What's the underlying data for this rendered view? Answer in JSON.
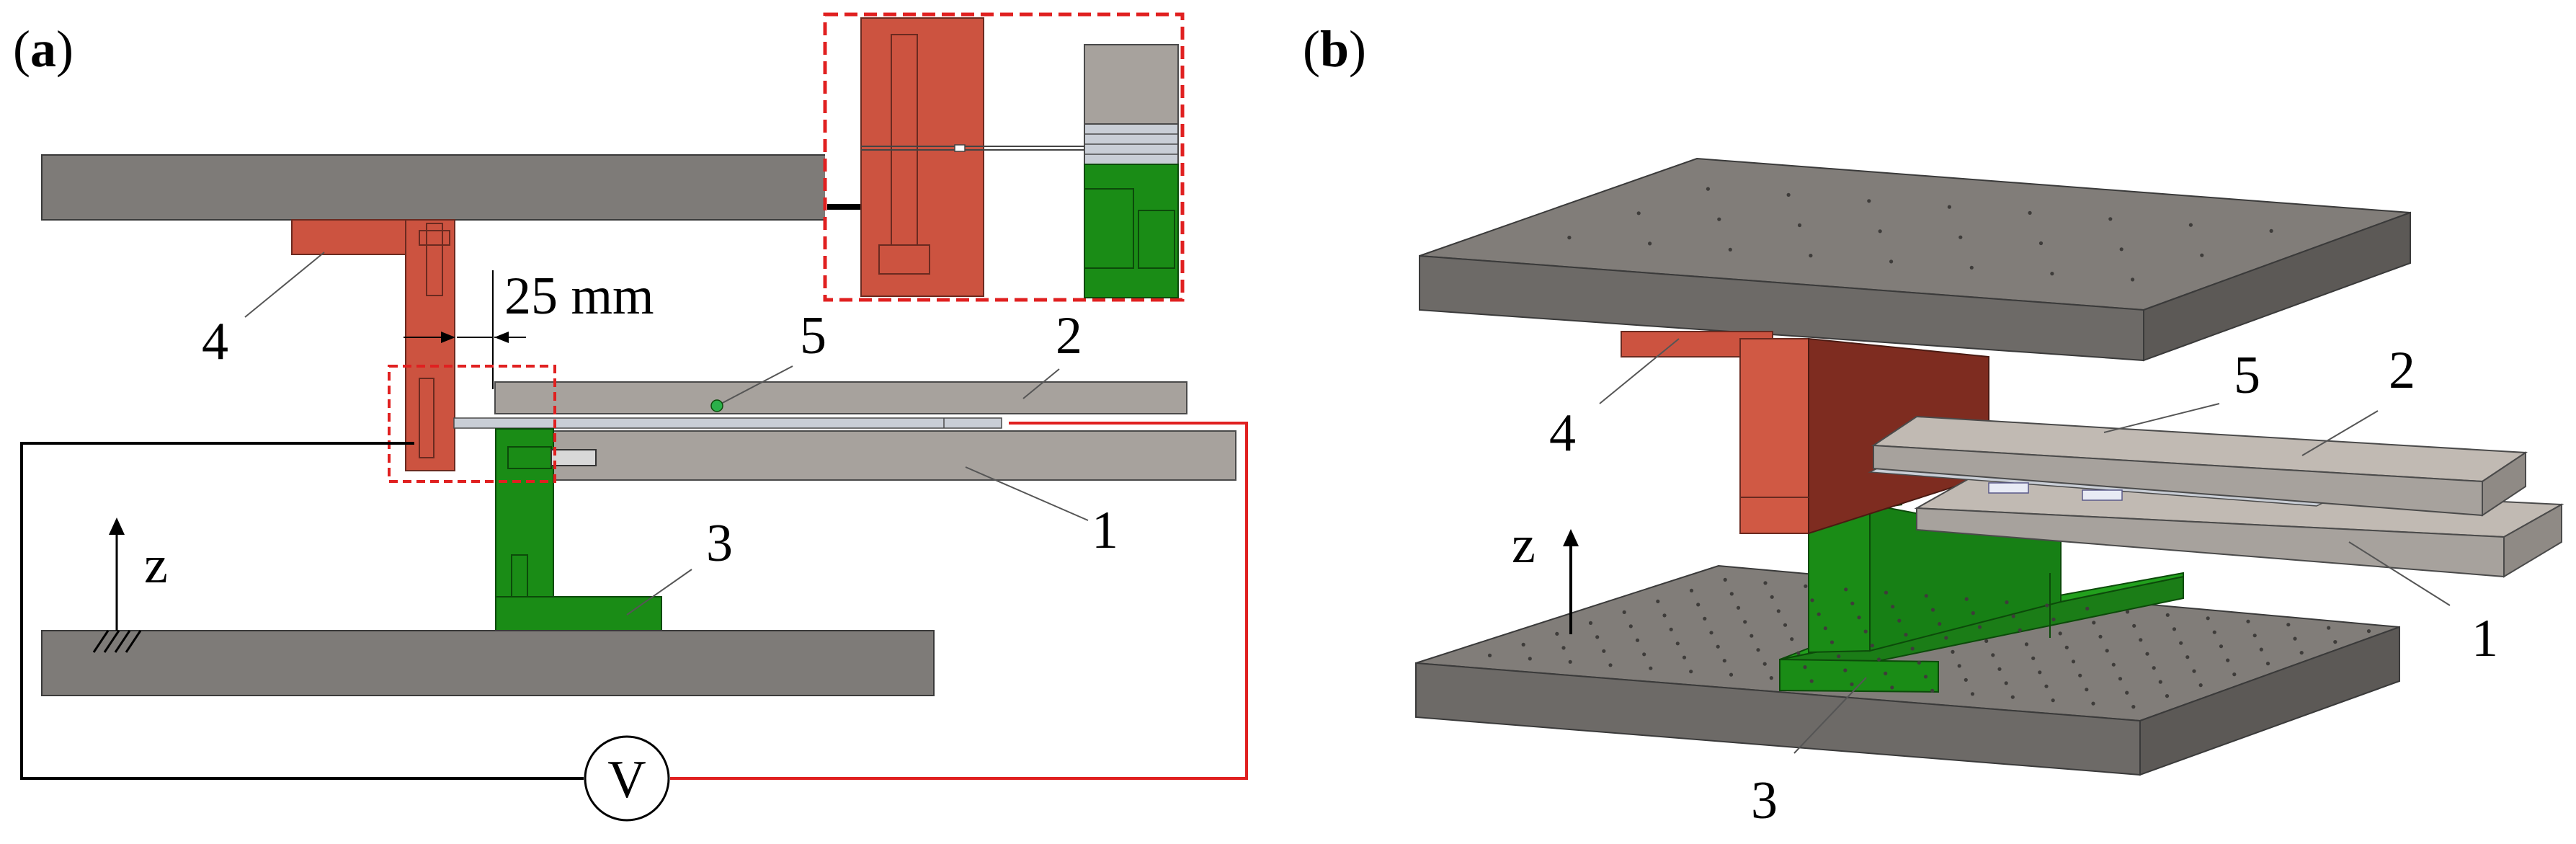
{
  "panels": {
    "a": {
      "label_open": "(",
      "label_letter": "a",
      "label_close": ")"
    },
    "b": {
      "label_open": "(",
      "label_letter": "b",
      "label_close": ")"
    }
  },
  "dimension": {
    "text": "25 mm"
  },
  "axis": {
    "label": "z"
  },
  "voltmeter": {
    "label": "V"
  },
  "parts": {
    "p1": "1",
    "p2": "2",
    "p3": "3",
    "p4": "4",
    "p5": "5"
  },
  "colors": {
    "plate_gray": "#7e7b78",
    "plate_light": "#a7a29d",
    "red_part": "#cc5340",
    "green_part": "#1a8c16",
    "wire_red": "#e02020",
    "wire_black": "#000000",
    "inset_border": "#e02020"
  }
}
